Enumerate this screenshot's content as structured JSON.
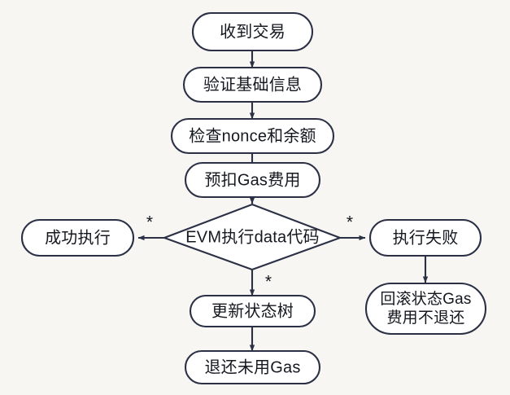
{
  "diagram": {
    "type": "flowchart",
    "orientation": "top-to-bottom",
    "background_color": "#f7f6f3",
    "node_fill_color": "#ffffff",
    "node_border_color": "#2b3045",
    "text_color": "#15181f",
    "nodes": [
      {
        "id": "received",
        "label": "收到交易",
        "shape": "stadium"
      },
      {
        "id": "validate",
        "label": "验证基础信息",
        "shape": "stadium"
      },
      {
        "id": "nonce",
        "label": "检查nonce和余额",
        "shape": "stadium"
      },
      {
        "id": "prepay",
        "label": "预扣Gas费用",
        "shape": "stadium"
      },
      {
        "id": "evm",
        "label": "EVM执行data代码",
        "shape": "diamond"
      },
      {
        "id": "success",
        "label": "成功执行",
        "shape": "stadium"
      },
      {
        "id": "failure",
        "label": "执行失败",
        "shape": "stadium"
      },
      {
        "id": "rollback",
        "label": "回滚状态Gas",
        "label2": "费用不退还",
        "shape": "stadium"
      },
      {
        "id": "updatetree",
        "label": "更新状态树",
        "shape": "stadium"
      },
      {
        "id": "refund",
        "label": "退还未用Gas",
        "shape": "stadium"
      }
    ],
    "edges": [
      {
        "from": "received",
        "to": "validate",
        "label": ""
      },
      {
        "from": "validate",
        "to": "nonce",
        "label": ""
      },
      {
        "from": "nonce",
        "to": "prepay",
        "label": ""
      },
      {
        "from": "prepay",
        "to": "evm",
        "label": ""
      },
      {
        "from": "evm",
        "to": "success",
        "label": "*"
      },
      {
        "from": "evm",
        "to": "failure",
        "label": "*"
      },
      {
        "from": "evm",
        "to": "updatetree",
        "label": "*"
      },
      {
        "from": "failure",
        "to": "rollback",
        "label": ""
      },
      {
        "from": "updatetree",
        "to": "refund",
        "label": ""
      }
    ]
  }
}
